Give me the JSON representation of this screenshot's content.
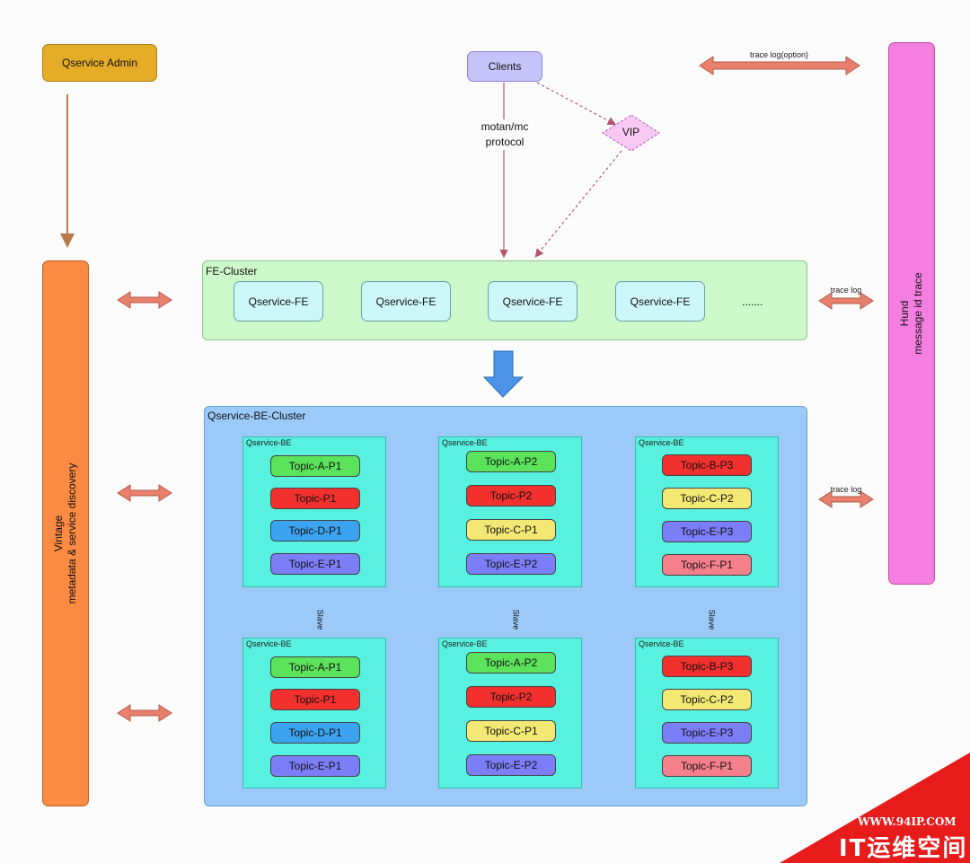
{
  "nodes": {
    "admin": "Qservice Admin",
    "clients": "Clients",
    "vip": "VIP",
    "vintage_line1": "Vintage",
    "vintage_line2": "metadata & service discovery",
    "hund_line1": "Hund",
    "hund_line2": "message id trace"
  },
  "labels": {
    "protocol_line1": "motan/mc",
    "protocol_line2": "protocol",
    "trace_log_option": "trace log(option)",
    "trace_log_fe": "trace log",
    "trace_log_be": "trace log",
    "slave": "Slave"
  },
  "fe_cluster": {
    "title": "FE-Cluster",
    "nodes": [
      "Qservice-FE",
      "Qservice-FE",
      "Qservice-FE",
      "Qservice-FE"
    ],
    "more": "......."
  },
  "be_cluster": {
    "title": "Qservice-BE-Cluster",
    "be_label": "Qservice-BE",
    "top": [
      [
        "Topic-A-P1",
        "Topic-P1",
        "Topic-D-P1",
        "Topic-E-P1"
      ],
      [
        "Topic-A-P2",
        "Topic-P2",
        "Topic-C-P1",
        "Topic-E-P2"
      ],
      [
        "Topic-B-P3",
        "Topic-C-P2",
        "Topic-E-P3",
        "Topic-F-P1"
      ]
    ],
    "bottom": [
      [
        "Topic-A-P1",
        "Topic-P1",
        "Topic-D-P1",
        "Topic-E-P1"
      ],
      [
        "Topic-A-P2",
        "Topic-P2",
        "Topic-C-P1",
        "Topic-E-P2"
      ],
      [
        "Topic-B-P3",
        "Topic-C-P2",
        "Topic-E-P3",
        "Topic-F-P1"
      ]
    ]
  },
  "watermark": {
    "url": "WWW.94IP.COM",
    "name": "IT运维空间"
  },
  "colors": {
    "admin": "#e4ac27",
    "clients": "#c6c3fb",
    "vip": "#f9c9f5",
    "vintage": "#fb8a42",
    "hund": "#f57fe0",
    "fe_cluster": "#cdf8c9",
    "fe_node": "#cdf6f9",
    "be_cluster": "#9ccaf8",
    "be_node": "#58f0de",
    "arrow": "#e8806c",
    "watermark": "#e81b1b"
  }
}
